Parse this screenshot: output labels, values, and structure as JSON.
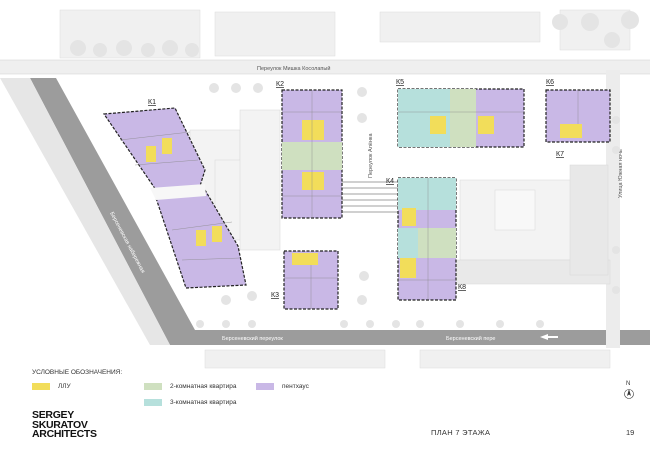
{
  "streets": {
    "top": "Переулок Мишка Косолапый",
    "left": "Берсеневская набережная",
    "bottom_left": "Берсеневский переулок",
    "bottom_right": "Берсеневский пере",
    "middle": "Переулок Алёнка",
    "right": "Улица Южная ночь"
  },
  "blocks": [
    "К1",
    "К2",
    "К3",
    "К4",
    "К5",
    "К6",
    "К7",
    "К8"
  ],
  "legend": {
    "title": "УСЛОВНЫЕ ОБОЗНАЧЕНИЯ:",
    "items": [
      {
        "label": "ЛЛУ",
        "color": "#f2dd5a"
      },
      {
        "label": "2-комнатная квартира",
        "color": "#cfe0c0"
      },
      {
        "label": "пентхаус",
        "color": "#c9b8e6"
      },
      {
        "label": "3-комнатная квартира",
        "color": "#b6e0dc"
      }
    ]
  },
  "logo": {
    "line1": "SERGEY",
    "line2": "SKURATOV",
    "line3": "ARCHITECTS"
  },
  "plan_title": "ПЛАН 7 ЭТАЖА",
  "page_number": "19",
  "north_label": "N",
  "colors": {
    "penthouse": "#c9b8e6",
    "two_room": "#cfe0c0",
    "three_room": "#b6e0dc",
    "core": "#f2dd5a",
    "road": "#9a9a9a"
  }
}
